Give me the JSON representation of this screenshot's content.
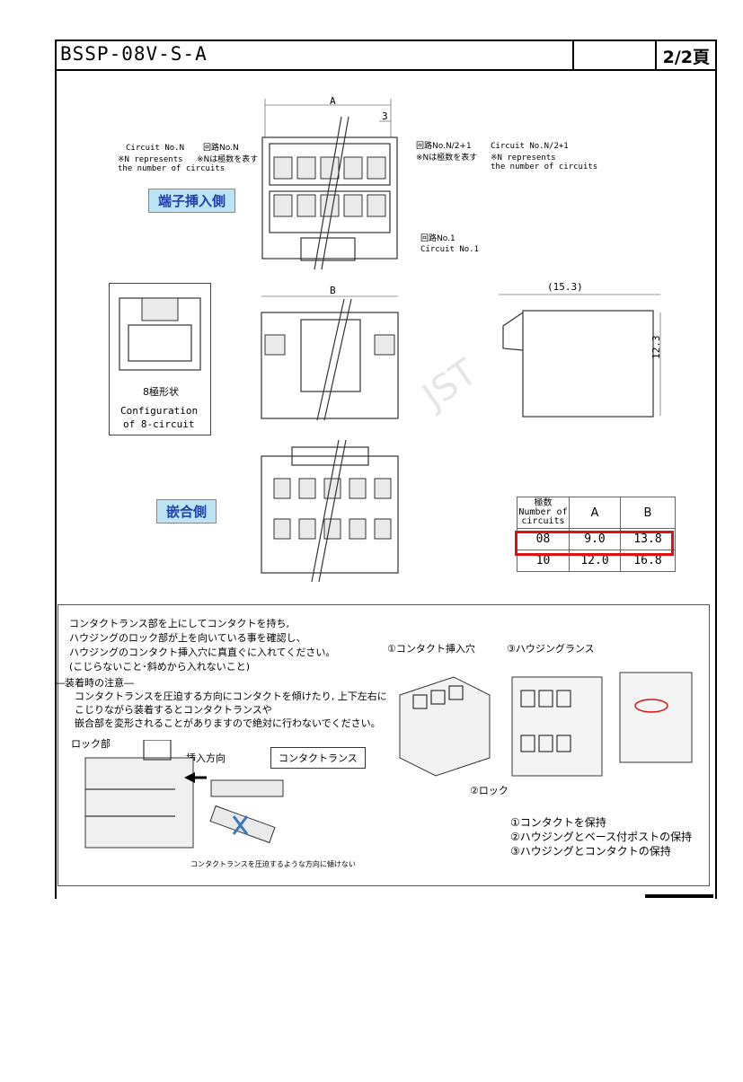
{
  "header": {
    "part_number": "BSSP-08V-S-A",
    "page": "2/2頁"
  },
  "top_view": {
    "dim_a": "A",
    "dim_3": "3",
    "circuit_n_en": "Circuit No.N",
    "circuit_n_jp": "回路No.N",
    "n_note_en_1": "※N represents",
    "n_note_en_2": "the number of circuits",
    "n_note_jp": "※Nは極数を表す",
    "circuit_n2_jp": "回路No.N/2+1",
    "circuit_n2_en": "Circuit No.N/2+1",
    "n2_note_jp": "※Nは極数を表す",
    "n2_note_en_1": "※N represents",
    "n2_note_en_2": "the number of circuits",
    "circuit_1_jp": "回路No.1",
    "circuit_1_en": "Circuit No.1",
    "insertion_side": "端子挿入側"
  },
  "middle_view": {
    "config_jp": "8極形状",
    "config_en_1": "Configuration",
    "config_en_2": "of 8-circuit",
    "dim_b": "B",
    "dim_153": "(15.3)",
    "dim_123": "12.3",
    "watermark": "JST"
  },
  "bottom_view": {
    "mating_side": "嵌合側"
  },
  "spec_table": {
    "header_circuits_jp": "極数",
    "header_circuits_en_1": "Number of",
    "header_circuits_en_2": "circuits",
    "header_a": "A",
    "header_b": "B",
    "rows": [
      {
        "n": "08",
        "a": "9.0",
        "b": "13.8"
      },
      {
        "n": "10",
        "a": "12.0",
        "b": "16.8"
      }
    ],
    "highlight_color": "#e01010"
  },
  "notes": {
    "line1": "コンタクトランス部を上にしてコンタクトを持ち,",
    "line2": "ハウジングのロック部が上を向いている事を確認し、",
    "line3": "ハウジングのコンタクト挿入穴に真直ぐに入れてください。",
    "line4": "(こじらないこと･斜めから入れないこと)",
    "caution_title": "―装着時の注意―",
    "caution1": "コンタクトランスを圧迫する方向にコンタクトを傾けたり, 上下左右に",
    "caution2": "こじりながら装着するとコンタクトランスや",
    "caution3": "嵌合部を変形されることがありますので絶対に行わないでください。",
    "lock_part": "ロック部",
    "insert_dir": "挿入方向",
    "contact_lance": "コンタクトランス",
    "warn_caption": "コンタクトランスを圧迫するような方向に傾けない",
    "label_1": "①コンタクト挿入穴",
    "label_2": "②ロック",
    "label_3": "③ハウジングランス",
    "func_1": "①コンタクトを保持",
    "func_2": "②ハウジングとベース付ポストの保持",
    "func_3": "③ハウジングとコンタクトの保持"
  }
}
